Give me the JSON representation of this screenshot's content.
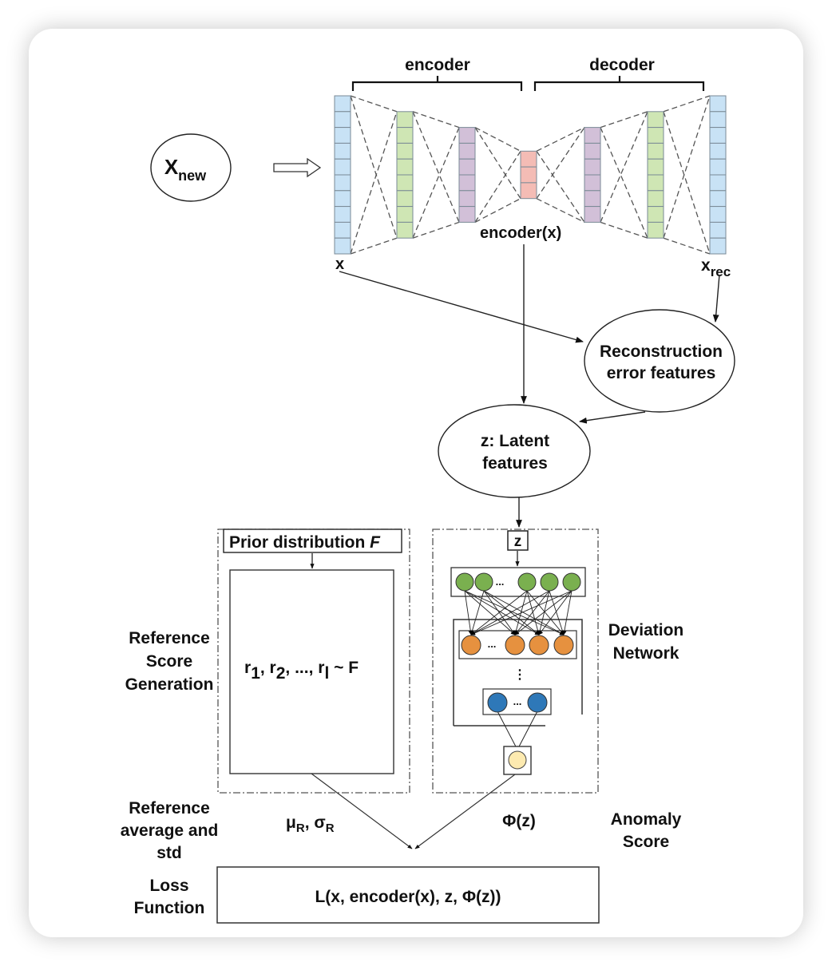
{
  "autoencoder": {
    "encoder_label": "encoder",
    "decoder_label": "decoder",
    "input_label": "x",
    "output_label_main": "x",
    "output_label_sub": "rec",
    "bottleneck_label": "encoder(x)",
    "layers": [
      {
        "name": "input",
        "cells": 10,
        "color": "#c8e2f5"
      },
      {
        "name": "enc-hidden-1",
        "cells": 8,
        "color": "#cfe6b4"
      },
      {
        "name": "enc-hidden-2",
        "cells": 6,
        "color": "#d2c0d8"
      },
      {
        "name": "bottleneck",
        "cells": 3,
        "color": "#f4bcb5"
      },
      {
        "name": "dec-hidden-1",
        "cells": 6,
        "color": "#d2c0d8"
      },
      {
        "name": "dec-hidden-2",
        "cells": 8,
        "color": "#cfe6b4"
      },
      {
        "name": "output",
        "cells": 10,
        "color": "#c8e2f5"
      }
    ]
  },
  "nodes": {
    "x_new_main": "X",
    "x_new_sub": "new",
    "reconstruction_line1": "Reconstruction",
    "reconstruction_line2": "error features",
    "latent_line1": "z: Latent",
    "latent_line2": "features"
  },
  "reference": {
    "side_label": [
      "Reference",
      "Score",
      "Generation"
    ],
    "prior_label": "Prior distribution ",
    "prior_symbol": "F",
    "samples": {
      "r": "r",
      "s1": "1",
      "s2": "2",
      "sl": "l",
      "sep": ", ",
      "ellipsis": "...",
      "tail": " ~ F"
    }
  },
  "deviation": {
    "input_label": "z",
    "side_label": [
      "Deviation",
      "Network"
    ],
    "ellipsis": "...",
    "vdots": "⋮",
    "colors": {
      "input_layer": "#7ab04f",
      "hidden_layer": "#e6913f",
      "last_layer": "#2e78b8",
      "output": "#fdeab0"
    }
  },
  "bottom": {
    "ref_stats_label": [
      "Reference",
      "average and",
      "std"
    ],
    "mu": "μ",
    "sigma": "σ",
    "sub_r": "R",
    "anomaly_value": "Φ(z)",
    "anomaly_label": [
      "Anomaly",
      "Score"
    ],
    "loss_side_label": [
      "Loss",
      "Function"
    ],
    "loss_formula": "L(x, encoder(x), z, Φ(z))"
  }
}
